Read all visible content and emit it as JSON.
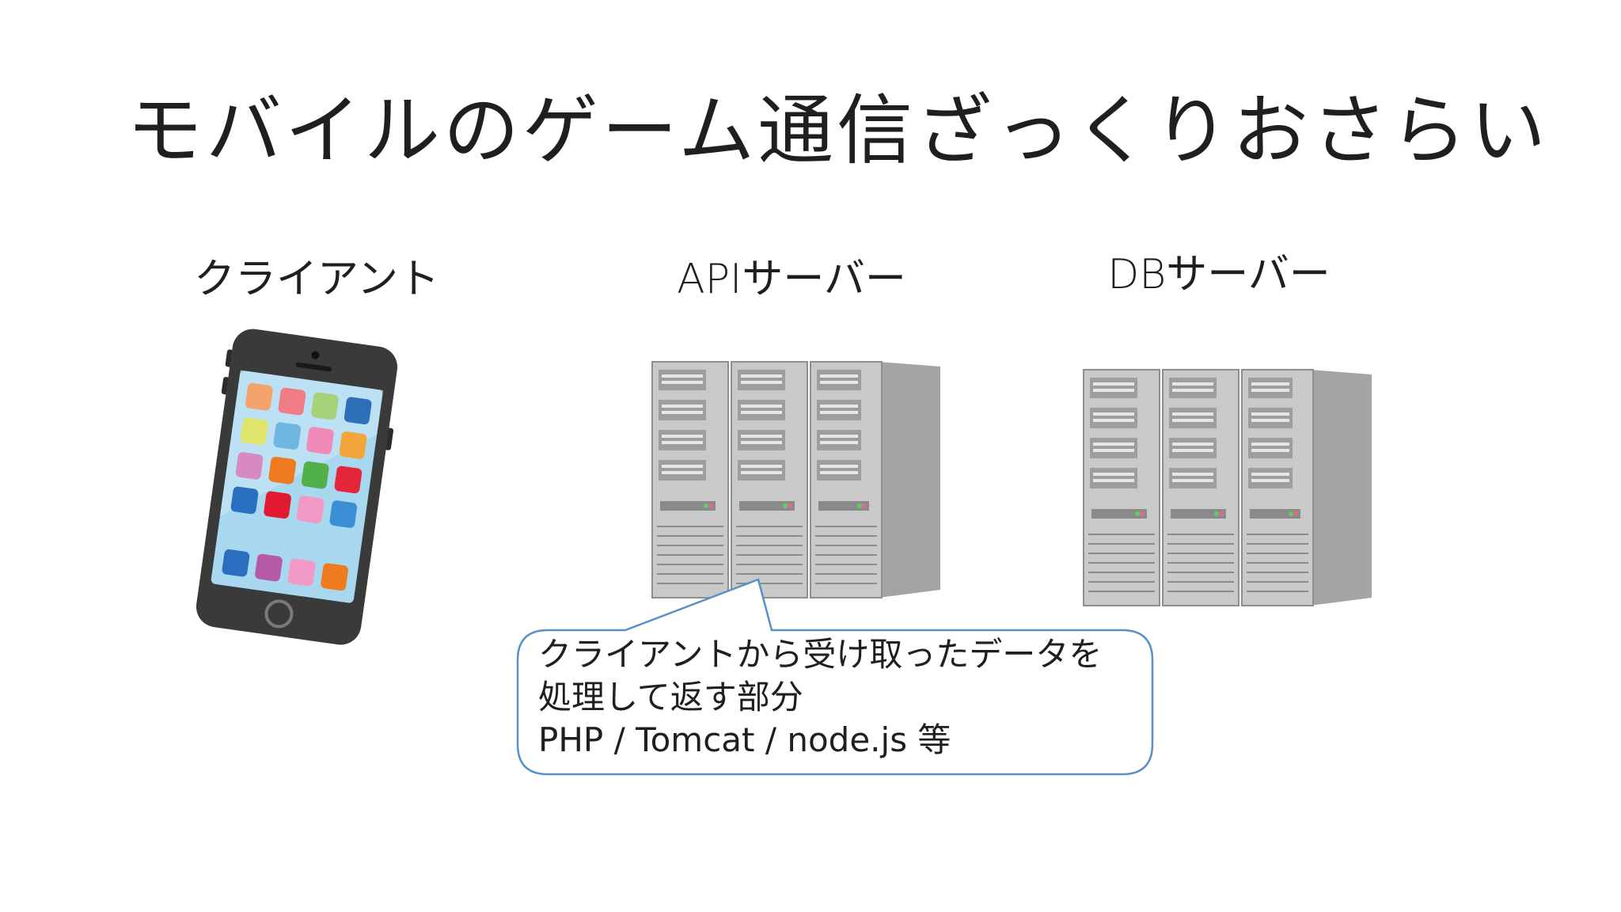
{
  "slide": {
    "title": "モバイルのゲーム通信ざっくりおさらい",
    "labels": {
      "client": "クライアント",
      "api_server": "APIサーバー",
      "db_server": "DBサーバー"
    },
    "callout": {
      "lines": [
        "クライアントから受け取ったデータを",
        "処理して返す部分",
        "PHP / Tomcat / node.js 等"
      ],
      "border_color": "#5b8fc7"
    },
    "icons": {
      "client": "smartphone-icon",
      "api_server": "server-rack-icon",
      "db_server": "server-rack-icon"
    },
    "colors": {
      "phone_body": "#3a3a3a",
      "phone_screen": "#a8d8f0",
      "server_body": "#b5b5b5"
    }
  }
}
